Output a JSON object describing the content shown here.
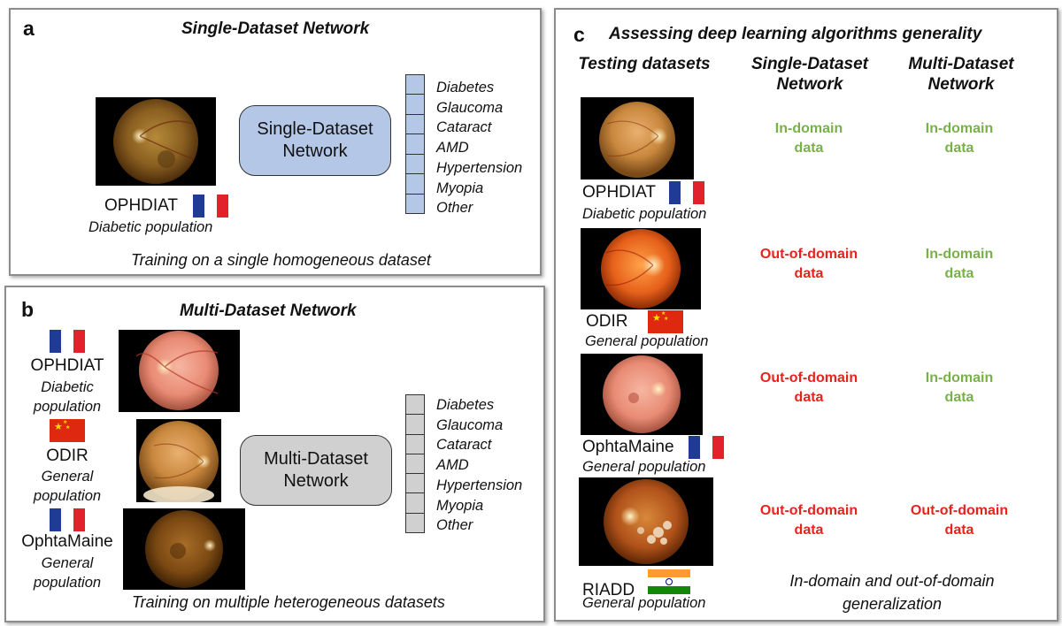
{
  "panel_a": {
    "letter": "a",
    "title": "Single-Dataset Network",
    "dataset": {
      "name": "OPHDIAT",
      "population": "Diabetic population",
      "flag": "france"
    },
    "network_line1": "Single-Dataset",
    "network_line2": "Network",
    "outputs": [
      "Diabetes",
      "Glaucoma",
      "Cataract",
      "AMD",
      "Hypertension",
      "Myopia",
      "Other"
    ],
    "caption": "Training on a single homogeneous dataset",
    "network_color": "#b4c7e7"
  },
  "panel_b": {
    "letter": "b",
    "title": "Multi-Dataset Network",
    "datasets": [
      {
        "name": "OPHDIAT",
        "pop1": "Diabetic",
        "pop2": "population",
        "flag": "france"
      },
      {
        "name": "ODIR",
        "pop1": "General",
        "pop2": "population",
        "flag": "china"
      },
      {
        "name": "OphtaMaine",
        "pop1": "General",
        "pop2": "population",
        "flag": "france"
      }
    ],
    "network_line1": "Multi-Dataset",
    "network_line2": "Network",
    "outputs": [
      "Diabetes",
      "Glaucoma",
      "Cataract",
      "AMD",
      "Hypertension",
      "Myopia",
      "Other"
    ],
    "caption": "Training on multiple heterogeneous datasets",
    "network_color": "#d0d0d0"
  },
  "panel_c": {
    "letter": "c",
    "title": "Assessing deep learning algorithms generality",
    "col_testing": "Testing datasets",
    "col_single_line1": "Single-Dataset",
    "col_single_line2": "Network",
    "col_multi_line1": "Multi-Dataset",
    "col_multi_line2": "Network",
    "rows": [
      {
        "name": "OPHDIAT",
        "population": "Diabetic population",
        "flag": "france",
        "single_1": "In-domain",
        "single_2": "data",
        "single_status": "in",
        "multi_1": "In-domain",
        "multi_2": "data",
        "multi_status": "in"
      },
      {
        "name": "ODIR",
        "population": "General population",
        "flag": "china",
        "single_1": "Out-of-domain",
        "single_2": "data",
        "single_status": "out",
        "multi_1": "In-domain",
        "multi_2": "data",
        "multi_status": "in"
      },
      {
        "name": "OphtaMaine",
        "population": "General population",
        "flag": "france",
        "single_1": "Out-of-domain",
        "single_2": "data",
        "single_status": "out",
        "multi_1": "In-domain",
        "multi_2": "data",
        "multi_status": "in"
      },
      {
        "name": "RIADD",
        "population": "General population",
        "flag": "india",
        "single_1": "Out-of-domain",
        "single_2": "data",
        "single_status": "out",
        "multi_1": "Out-of-domain",
        "multi_2": "data",
        "multi_status": "out"
      }
    ],
    "caption_line1": "In-domain and out-of-domain",
    "caption_line2": "generalization",
    "in_color": "#79b04a",
    "out_color": "#e8231c"
  }
}
